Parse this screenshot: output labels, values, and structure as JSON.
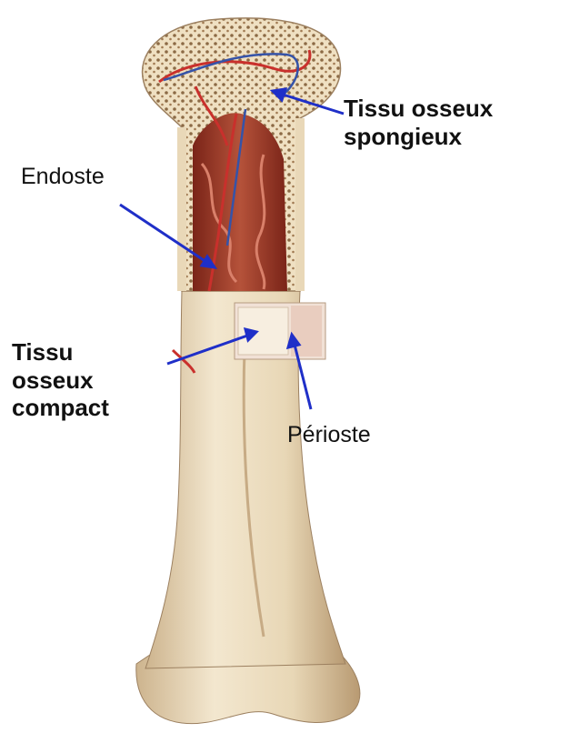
{
  "labels": {
    "spongy_line1": "Tissu osseux",
    "spongy_line2": "spongieux",
    "endosteum": "Endoste",
    "compact_line1": "Tissu",
    "compact_line2": "osseux",
    "compact_line3": "compact",
    "periosteum": "Périoste"
  },
  "colors": {
    "arrow": "#1f2fc8",
    "bone": "#eadcc0",
    "marrow": "#a8412d",
    "artery": "#c9302c",
    "vein": "#3553a8"
  }
}
